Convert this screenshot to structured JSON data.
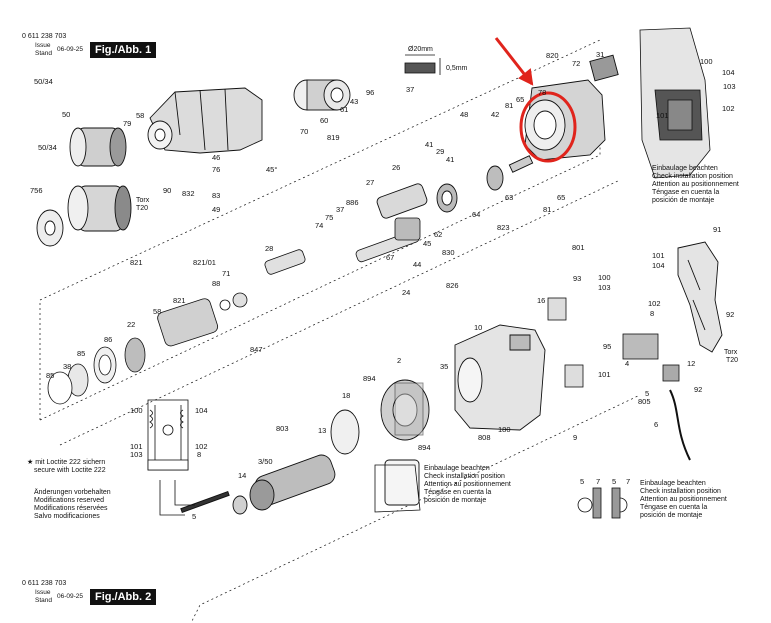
{
  "header_top": {
    "part_number": "0 611 238 703",
    "issue_label_1": "Issue",
    "issue_label_2": "Stand",
    "date": "06-09-25",
    "figure": "Fig./Abb. 1"
  },
  "header_bottom": {
    "part_number": "0 611 238 703",
    "issue_label_1": "Issue",
    "issue_label_2": "Stand",
    "date": "06-09-25",
    "figure": "Fig./Abb. 2"
  },
  "loctite_note": [
    "★ mit Loctite 222 sichern",
    "secure with Loctite 222"
  ],
  "changes_note": [
    "Änderungen vorbehalten",
    "Modifications reserved",
    "Modifications réservées",
    "Salvo modificaciones"
  ],
  "install_note": [
    "Einbaulage beachten",
    "Check installation position",
    "Attention au positionnement",
    "Téngase en cuenta la",
    "posición de montaje"
  ],
  "torx_label": [
    "Torx",
    "T20"
  ],
  "dimension_labels": [
    "Ø20mm",
    "0,5mm"
  ],
  "part_labels": [
    {
      "id": "p50_34a",
      "text": "50/34"
    },
    {
      "id": "p50",
      "text": "50"
    },
    {
      "id": "p50_34b",
      "text": "50/34"
    },
    {
      "id": "p756",
      "text": "756"
    },
    {
      "id": "p58a",
      "text": "58"
    },
    {
      "id": "p79",
      "text": "79"
    },
    {
      "id": "p90",
      "text": "90"
    },
    {
      "id": "p46",
      "text": "46"
    },
    {
      "id": "p76",
      "text": "76"
    },
    {
      "id": "p45deg",
      "text": "45°"
    },
    {
      "id": "p832",
      "text": "832"
    },
    {
      "id": "p83",
      "text": "83"
    },
    {
      "id": "p49",
      "text": "49"
    },
    {
      "id": "p70",
      "text": "70"
    },
    {
      "id": "p60",
      "text": "60"
    },
    {
      "id": "p61",
      "text": "61"
    },
    {
      "id": "p43",
      "text": "43"
    },
    {
      "id": "p96",
      "text": "96"
    },
    {
      "id": "p819",
      "text": "819"
    },
    {
      "id": "p37",
      "text": "37"
    },
    {
      "id": "p48",
      "text": "48"
    },
    {
      "id": "p42",
      "text": "42"
    },
    {
      "id": "p81a",
      "text": "81"
    },
    {
      "id": "p65a",
      "text": "65"
    },
    {
      "id": "p78",
      "text": "78"
    },
    {
      "id": "p820",
      "text": "820"
    },
    {
      "id": "p31",
      "text": "31"
    },
    {
      "id": "p72",
      "text": "72"
    },
    {
      "id": "p41a",
      "text": "41"
    },
    {
      "id": "p29",
      "text": "29"
    },
    {
      "id": "p41b",
      "text": "41"
    },
    {
      "id": "p26",
      "text": "26"
    },
    {
      "id": "p27",
      "text": "27"
    },
    {
      "id": "p886",
      "text": "886"
    },
    {
      "id": "p37b",
      "text": "37"
    },
    {
      "id": "p75",
      "text": "75"
    },
    {
      "id": "p74",
      "text": "74"
    },
    {
      "id": "p64",
      "text": "64"
    },
    {
      "id": "p63",
      "text": "63"
    },
    {
      "id": "p81b",
      "text": "81"
    },
    {
      "id": "p65b",
      "text": "65"
    },
    {
      "id": "p823",
      "text": "823"
    },
    {
      "id": "p62",
      "text": "62"
    },
    {
      "id": "p45",
      "text": "45"
    },
    {
      "id": "p830",
      "text": "830"
    },
    {
      "id": "p67",
      "text": "67"
    },
    {
      "id": "p44",
      "text": "44"
    },
    {
      "id": "p826",
      "text": "826"
    },
    {
      "id": "p24",
      "text": "24"
    },
    {
      "id": "p28",
      "text": "28"
    },
    {
      "id": "p821a",
      "text": "821"
    },
    {
      "id": "p821_01",
      "text": "821/01"
    },
    {
      "id": "p71",
      "text": "71"
    },
    {
      "id": "p88",
      "text": "88"
    },
    {
      "id": "p821b",
      "text": "821"
    },
    {
      "id": "p22",
      "text": "22"
    },
    {
      "id": "p58b",
      "text": "58"
    },
    {
      "id": "p847",
      "text": "847"
    },
    {
      "id": "p86",
      "text": "86"
    },
    {
      "id": "p85a",
      "text": "85"
    },
    {
      "id": "p38",
      "text": "38"
    },
    {
      "id": "p85b",
      "text": "85"
    },
    {
      "id": "p100a",
      "text": "100"
    },
    {
      "id": "p104a",
      "text": "104"
    },
    {
      "id": "p101a",
      "text": "101"
    },
    {
      "id": "p103a",
      "text": "103"
    },
    {
      "id": "p102a",
      "text": "102"
    },
    {
      "id": "p8a",
      "text": "8"
    },
    {
      "id": "p801",
      "text": "801"
    },
    {
      "id": "p91",
      "text": "91"
    },
    {
      "id": "p100b",
      "text": "100"
    },
    {
      "id": "p103b",
      "text": "103"
    },
    {
      "id": "p101b",
      "text": "101"
    },
    {
      "id": "p104b",
      "text": "104"
    },
    {
      "id": "p93",
      "text": "93"
    },
    {
      "id": "p16",
      "text": "16"
    },
    {
      "id": "p10",
      "text": "10"
    },
    {
      "id": "p102b",
      "text": "102"
    },
    {
      "id": "p8b",
      "text": "8"
    },
    {
      "id": "p92a",
      "text": "92"
    },
    {
      "id": "p95",
      "text": "95"
    },
    {
      "id": "p4",
      "text": "4"
    },
    {
      "id": "p12",
      "text": "12"
    },
    {
      "id": "p101c",
      "text": "101"
    },
    {
      "id": "p5",
      "text": "5"
    },
    {
      "id": "p805",
      "text": "805"
    },
    {
      "id": "p92b",
      "text": "92"
    },
    {
      "id": "p6",
      "text": "6"
    },
    {
      "id": "p2",
      "text": "2"
    },
    {
      "id": "p35",
      "text": "35"
    },
    {
      "id": "p894a",
      "text": "894"
    },
    {
      "id": "p18",
      "text": "18"
    },
    {
      "id": "p894b",
      "text": "894"
    },
    {
      "id": "p808",
      "text": "808"
    },
    {
      "id": "p180",
      "text": "180"
    },
    {
      "id": "p9",
      "text": "9"
    },
    {
      "id": "p803",
      "text": "803"
    },
    {
      "id": "p13",
      "text": "13"
    },
    {
      "id": "p3_50",
      "text": "3/50"
    },
    {
      "id": "p14",
      "text": "14"
    },
    {
      "id": "p100c",
      "text": "100"
    },
    {
      "id": "p104c",
      "text": "104"
    },
    {
      "id": "p103c",
      "text": "103"
    },
    {
      "id": "p101d",
      "text": "101"
    },
    {
      "id": "p102c",
      "text": "102"
    },
    {
      "id": "p5b",
      "text": "5"
    },
    {
      "id": "p7b",
      "text": "7"
    },
    {
      "id": "p5c",
      "text": "5"
    },
    {
      "id": "p7c",
      "text": "7"
    },
    {
      "id": "p5d",
      "text": "5"
    }
  ],
  "colors": {
    "line": "#111111",
    "highlight": "#e0241c",
    "fill_light": "#e6e6e6",
    "fill_mid": "#bdbdbd",
    "fill_dark": "#555555"
  }
}
